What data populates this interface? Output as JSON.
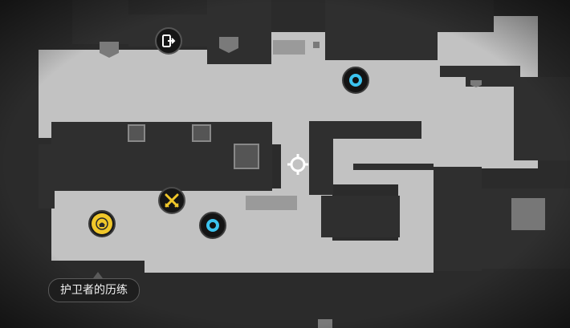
{
  "map": {
    "zone_name": "护卫者的历练",
    "colors": {
      "background": "#2b2b2b",
      "walkable": "#c2c2c2",
      "wall": "#2f2f2f",
      "waypoint_ring": "#3cc3ef",
      "treasure": "#f0c72a",
      "combat": "#f0c72a"
    },
    "markers": [
      {
        "type": "exit",
        "icon": "exit-door-icon"
      },
      {
        "type": "waypoint",
        "icon": "teleport-ring-icon"
      },
      {
        "type": "waypoint",
        "icon": "teleport-ring-icon"
      },
      {
        "type": "combat",
        "icon": "crossed-swords-icon"
      },
      {
        "type": "treasure",
        "icon": "treasure-seal-icon"
      },
      {
        "type": "player",
        "icon": "crosshair-icon"
      }
    ]
  }
}
